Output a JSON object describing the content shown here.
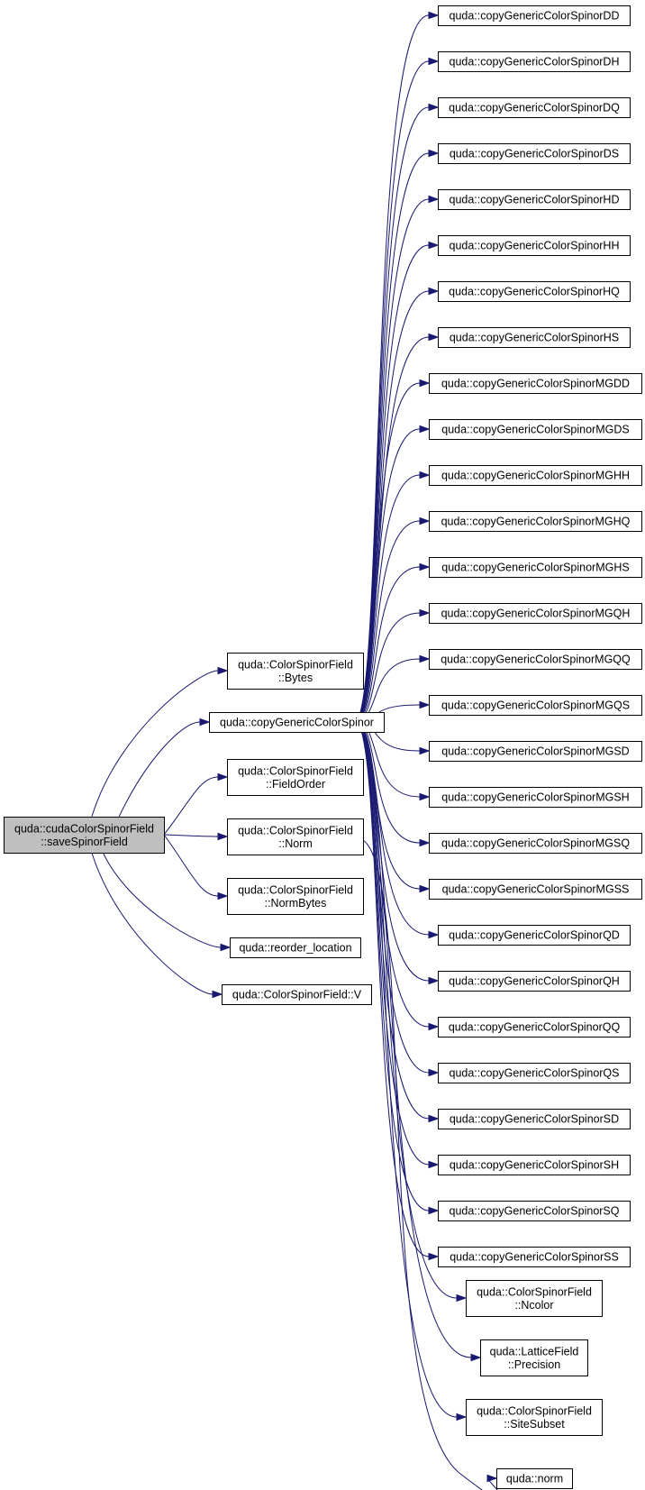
{
  "graph": {
    "line_color": "#191970",
    "root_fill": "#bfbfbf",
    "node_fill": "#ffffff",
    "nodes": [
      {
        "id": "root",
        "lines": [
          "quda::cudaColorSpinorField",
          "::saveSpinorField"
        ],
        "root": true,
        "link": false
      },
      {
        "id": "bytes",
        "lines": [
          "quda::ColorSpinorField",
          "::Bytes"
        ]
      },
      {
        "id": "cgcs",
        "lines": [
          "quda::copyGenericColorSpinor"
        ]
      },
      {
        "id": "fieldorder",
        "lines": [
          "quda::ColorSpinorField",
          "::FieldOrder"
        ]
      },
      {
        "id": "norm",
        "lines": [
          "quda::ColorSpinorField",
          "::Norm"
        ]
      },
      {
        "id": "normbytes",
        "lines": [
          "quda::ColorSpinorField",
          "::NormBytes"
        ]
      },
      {
        "id": "reorder",
        "lines": [
          "quda::reorder_location"
        ]
      },
      {
        "id": "v",
        "lines": [
          "quda::ColorSpinorField::V"
        ]
      },
      {
        "id": "DD",
        "lines": [
          "quda::copyGenericColorSpinorDD"
        ]
      },
      {
        "id": "DH",
        "lines": [
          "quda::copyGenericColorSpinorDH"
        ]
      },
      {
        "id": "DQ",
        "lines": [
          "quda::copyGenericColorSpinorDQ"
        ]
      },
      {
        "id": "DS",
        "lines": [
          "quda::copyGenericColorSpinorDS"
        ]
      },
      {
        "id": "HD",
        "lines": [
          "quda::copyGenericColorSpinorHD"
        ]
      },
      {
        "id": "HH",
        "lines": [
          "quda::copyGenericColorSpinorHH"
        ]
      },
      {
        "id": "HQ",
        "lines": [
          "quda::copyGenericColorSpinorHQ"
        ]
      },
      {
        "id": "HS",
        "lines": [
          "quda::copyGenericColorSpinorHS"
        ]
      },
      {
        "id": "MGDD",
        "lines": [
          "quda::copyGenericColorSpinorMGDD"
        ]
      },
      {
        "id": "MGDS",
        "lines": [
          "quda::copyGenericColorSpinorMGDS"
        ]
      },
      {
        "id": "MGHH",
        "lines": [
          "quda::copyGenericColorSpinorMGHH"
        ]
      },
      {
        "id": "MGHQ",
        "lines": [
          "quda::copyGenericColorSpinorMGHQ"
        ]
      },
      {
        "id": "MGHS",
        "lines": [
          "quda::copyGenericColorSpinorMGHS"
        ]
      },
      {
        "id": "MGQH",
        "lines": [
          "quda::copyGenericColorSpinorMGQH"
        ]
      },
      {
        "id": "MGQQ",
        "lines": [
          "quda::copyGenericColorSpinorMGQQ"
        ]
      },
      {
        "id": "MGQS",
        "lines": [
          "quda::copyGenericColorSpinorMGQS"
        ]
      },
      {
        "id": "MGSD",
        "lines": [
          "quda::copyGenericColorSpinorMGSD"
        ]
      },
      {
        "id": "MGSH",
        "lines": [
          "quda::copyGenericColorSpinorMGSH"
        ]
      },
      {
        "id": "MGSQ",
        "lines": [
          "quda::copyGenericColorSpinorMGSQ"
        ]
      },
      {
        "id": "MGSS",
        "lines": [
          "quda::copyGenericColorSpinorMGSS"
        ]
      },
      {
        "id": "QD",
        "lines": [
          "quda::copyGenericColorSpinorQD"
        ]
      },
      {
        "id": "QH",
        "lines": [
          "quda::copyGenericColorSpinorQH"
        ]
      },
      {
        "id": "QQ",
        "lines": [
          "quda::copyGenericColorSpinorQQ"
        ]
      },
      {
        "id": "QS",
        "lines": [
          "quda::copyGenericColorSpinorQS"
        ]
      },
      {
        "id": "SD",
        "lines": [
          "quda::copyGenericColorSpinorSD"
        ]
      },
      {
        "id": "SH",
        "lines": [
          "quda::copyGenericColorSpinorSH"
        ]
      },
      {
        "id": "SQ",
        "lines": [
          "quda::copyGenericColorSpinorSQ"
        ]
      },
      {
        "id": "SS",
        "lines": [
          "quda::copyGenericColorSpinorSS"
        ]
      },
      {
        "id": "ncolor",
        "lines": [
          "quda::ColorSpinorField",
          "::Ncolor"
        ]
      },
      {
        "id": "precision",
        "lines": [
          "quda::LatticeField",
          "::Precision"
        ]
      },
      {
        "id": "sitesubset",
        "lines": [
          "quda::ColorSpinorField",
          "::SiteSubset"
        ]
      },
      {
        "id": "qnorm",
        "lines": [
          "quda::norm"
        ]
      }
    ],
    "edges": [
      [
        "root",
        "bytes"
      ],
      [
        "root",
        "cgcs"
      ],
      [
        "root",
        "fieldorder"
      ],
      [
        "root",
        "norm"
      ],
      [
        "root",
        "normbytes"
      ],
      [
        "root",
        "reorder"
      ],
      [
        "root",
        "v"
      ],
      [
        "cgcs",
        "DD"
      ],
      [
        "cgcs",
        "DH"
      ],
      [
        "cgcs",
        "DQ"
      ],
      [
        "cgcs",
        "DS"
      ],
      [
        "cgcs",
        "HD"
      ],
      [
        "cgcs",
        "HH"
      ],
      [
        "cgcs",
        "HQ"
      ],
      [
        "cgcs",
        "HS"
      ],
      [
        "cgcs",
        "MGDD"
      ],
      [
        "cgcs",
        "MGDS"
      ],
      [
        "cgcs",
        "MGHH"
      ],
      [
        "cgcs",
        "MGHQ"
      ],
      [
        "cgcs",
        "MGHS"
      ],
      [
        "cgcs",
        "MGQH"
      ],
      [
        "cgcs",
        "MGQQ"
      ],
      [
        "cgcs",
        "MGQS"
      ],
      [
        "cgcs",
        "MGSD"
      ],
      [
        "cgcs",
        "MGSH"
      ],
      [
        "cgcs",
        "MGSQ"
      ],
      [
        "cgcs",
        "MGSS"
      ],
      [
        "cgcs",
        "QD"
      ],
      [
        "cgcs",
        "QH"
      ],
      [
        "cgcs",
        "QQ"
      ],
      [
        "cgcs",
        "QS"
      ],
      [
        "cgcs",
        "SD"
      ],
      [
        "cgcs",
        "SH"
      ],
      [
        "cgcs",
        "SQ"
      ],
      [
        "cgcs",
        "SS"
      ],
      [
        "cgcs",
        "ncolor"
      ],
      [
        "cgcs",
        "precision"
      ],
      [
        "cgcs",
        "sitesubset"
      ],
      [
        "norm",
        "qnorm"
      ]
    ]
  }
}
